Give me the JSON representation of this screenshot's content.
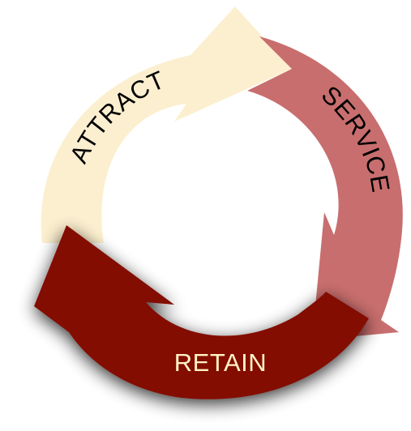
{
  "cycle": {
    "segments": [
      {
        "id": "attract",
        "label": "ATTRACT",
        "fill": "#FCEFCF",
        "text_color": "#000000"
      },
      {
        "id": "service",
        "label": "SERVICE",
        "fill": "#C86E6E",
        "text_color": "#000000"
      },
      {
        "id": "retain",
        "label": "RETAIN",
        "fill": "#830F04",
        "text_color": "#FFF3C4"
      }
    ]
  }
}
